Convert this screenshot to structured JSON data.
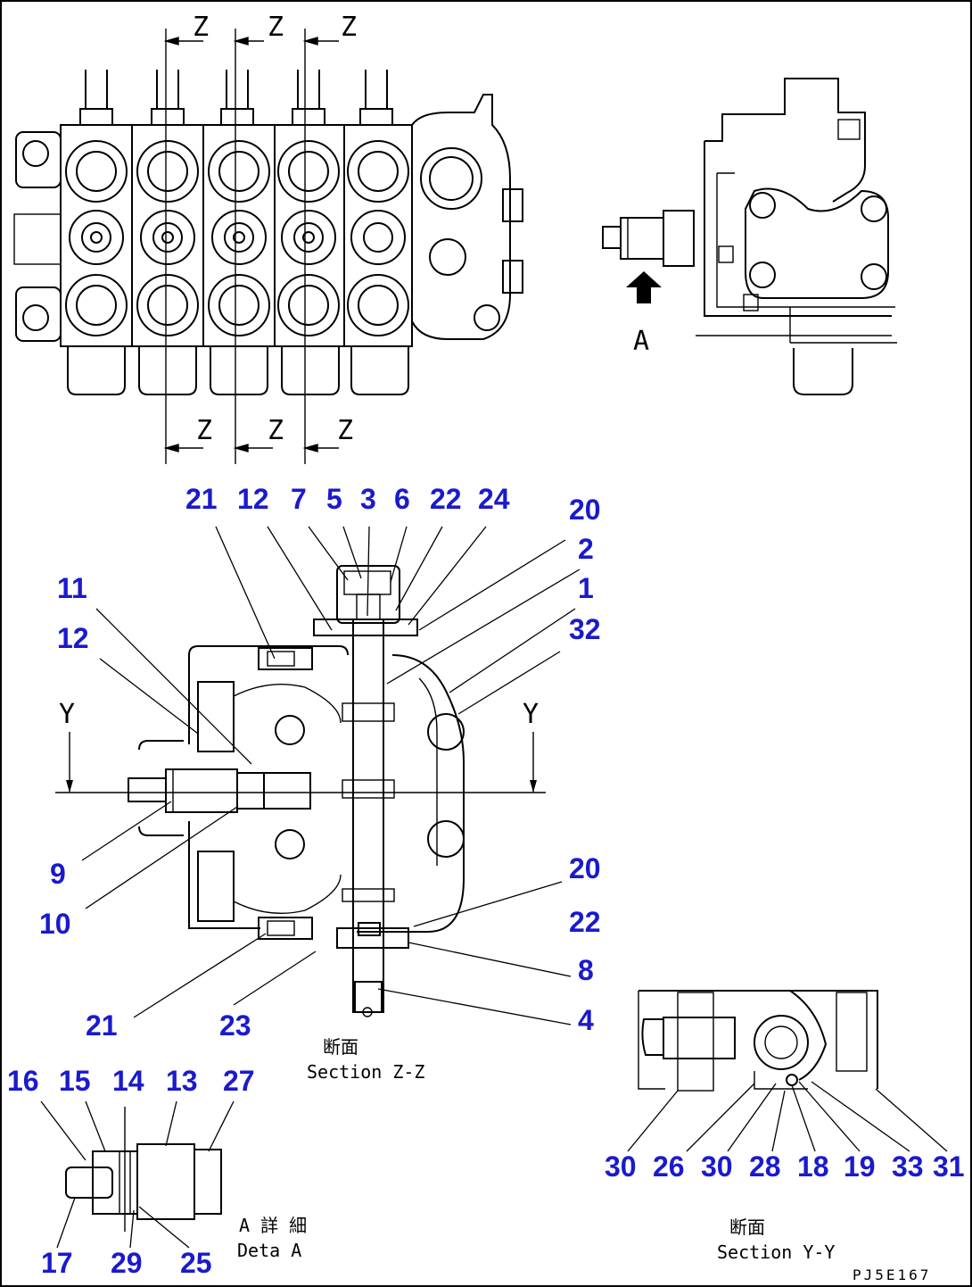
{
  "section_marks": {
    "top": [
      "Z",
      "Z",
      "Z"
    ],
    "bottom": [
      "Z",
      "Z",
      "Z"
    ],
    "y_left": "Y",
    "y_right": "Y",
    "arrow_a": "A"
  },
  "main_callouts": {
    "c21t": "21",
    "c12t": "12",
    "c7": "7",
    "c5": "5",
    "c3": "3",
    "c6": "6",
    "c22t": "22",
    "c24": "24",
    "c20t": "20",
    "c2": "2",
    "c1": "1",
    "c32": "32",
    "c11": "11",
    "c12l": "12",
    "c9": "9",
    "c10": "10",
    "c20b": "20",
    "c22b": "22",
    "c8": "8",
    "c4": "4",
    "c21b": "21",
    "c23": "23"
  },
  "detail_a_callouts": {
    "c16": "16",
    "c15": "15",
    "c14": "14",
    "c13": "13",
    "c27": "27",
    "c17": "17",
    "c29": "29",
    "c25": "25"
  },
  "section_y_callouts": {
    "c30a": "30",
    "c26": "26",
    "c30b": "30",
    "c28": "28",
    "c18": "18",
    "c19": "19",
    "c33": "33",
    "c31": "31"
  },
  "captions": {
    "zz_jp": "断面",
    "zz_en": "Section Z-Z",
    "a_jp": "A 詳 細",
    "a_en": "Deta   A",
    "yy_jp": "断面",
    "yy_en": "Section Y-Y"
  },
  "drawing_ref": "PJ5E167"
}
